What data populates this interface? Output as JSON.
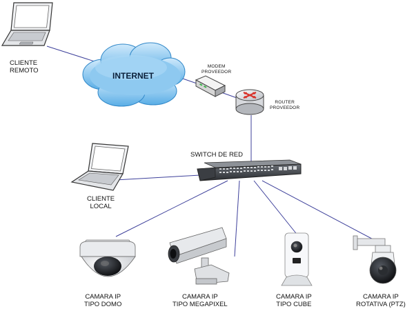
{
  "nodes": {
    "internet": {
      "label": "INTERNET"
    },
    "modem": {
      "line1": "MODEM",
      "line2": "PROVEEDOR"
    },
    "router": {
      "line1": "ROUTER",
      "line2": "PROVEEDOR"
    },
    "switch": {
      "label": "SWITCH DE RED"
    },
    "remote_client": {
      "line1": "CLIENTE",
      "line2": "REMOTO"
    },
    "local_client": {
      "line1": "CLIENTE",
      "line2": "LOCAL"
    },
    "cam_dome": {
      "line1": "CAMARA IP",
      "line2": "TIPO DOMO"
    },
    "cam_megapixel": {
      "line1": "CAMARA IP",
      "line2": "TIPO MEGAPIXEL"
    },
    "cam_cube": {
      "line1": "CAMARA IP",
      "line2": "TIPO CUBE"
    },
    "cam_ptz": {
      "line1": "CAMARA IP",
      "line2": "ROTATIVA (PTZ)"
    }
  },
  "colors": {
    "cloud": "#8ec9f0",
    "links": "#3c3f9a",
    "router_arrows": "#d8322a"
  }
}
